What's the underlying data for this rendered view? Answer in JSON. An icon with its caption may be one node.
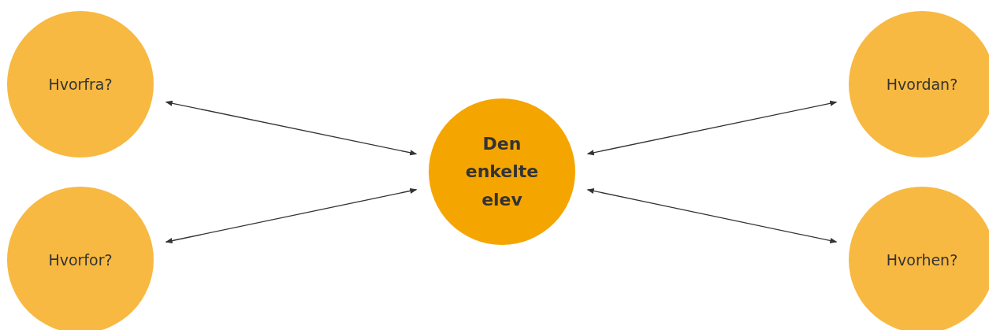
{
  "diagram": {
    "nodes": [
      {
        "text": [
          "Hvorfra?"
        ]
      },
      {
        "text": [
          "Hvordan?"
        ]
      },
      {
        "text": [
          "Den enkelte elev"
        ]
      },
      {
        "text": [
          "Hvorfor?"
        ]
      },
      {
        "text": [
          "Hvorhen?"
        ]
      }
    ],
    "edges": [
      {
        "from": 0,
        "to": 2,
        "arrow": "both"
      },
      {
        "from": 3,
        "to": 2,
        "arrow": "both"
      },
      {
        "from": 2,
        "to": 1,
        "arrow": "both"
      },
      {
        "from": 2,
        "to": 4,
        "arrow": "both"
      }
    ]
  }
}
